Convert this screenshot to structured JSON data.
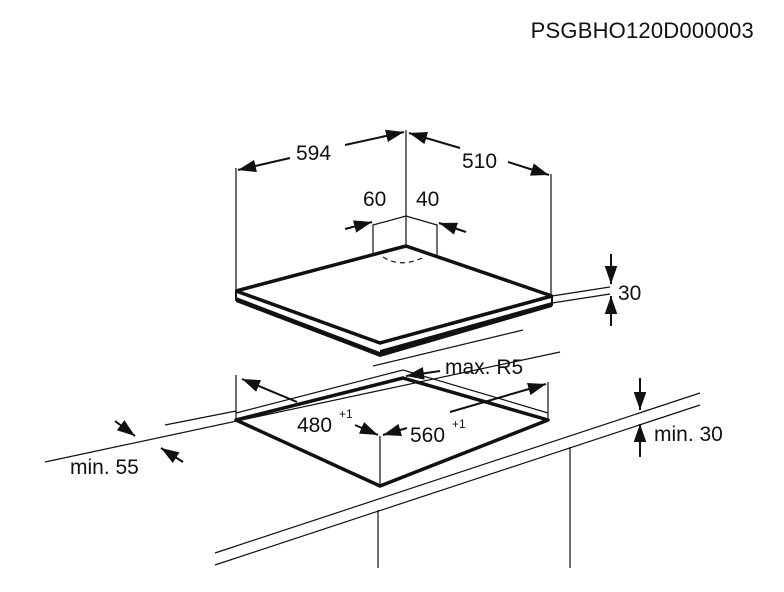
{
  "document_code": "PSGBHO120D000003",
  "dimensions": {
    "hob_width": "594",
    "hob_depth": "510",
    "offset_left": "60",
    "offset_right": "40",
    "hob_height": "30",
    "corner_radius": "max. R5",
    "cutout_depth": "480",
    "cutout_depth_tol": "+1",
    "cutout_width": "560",
    "cutout_width_tol": "+1",
    "min_front_distance": "min. 55",
    "min_worktop_thickness": "min. 30"
  }
}
